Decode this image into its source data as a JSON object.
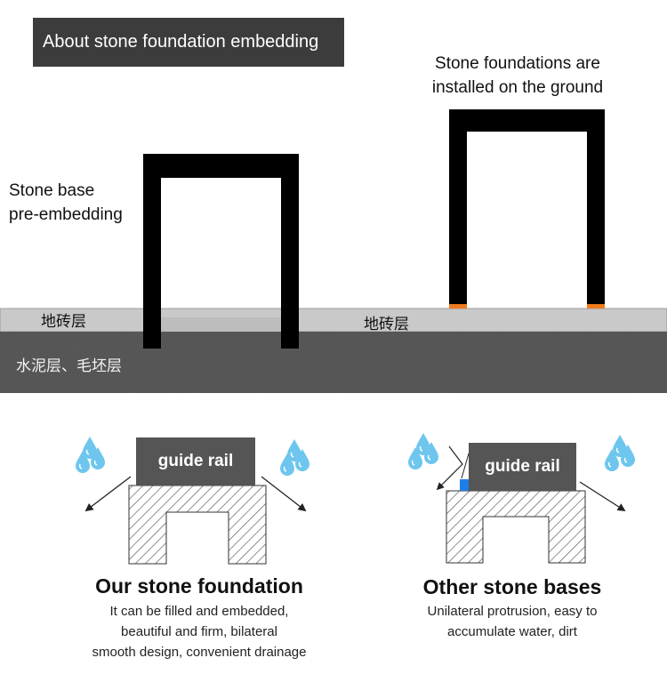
{
  "header": {
    "title": "About stone foundation embedding"
  },
  "top": {
    "left_label_1": "Stone base",
    "left_label_2": "pre-embedding",
    "right_label_1": "Stone foundations are",
    "right_label_2": "installed on the ground",
    "tile_layer_left": "地砖层",
    "tile_layer_right": "地砖层",
    "cement_layer": "水泥层、毛坯层"
  },
  "bottom": {
    "left": {
      "rail_label": "guide rail",
      "heading": "Our stone foundation",
      "desc_1": "It can be filled and embedded,",
      "desc_2": "beautiful and firm, bilateral",
      "desc_3": "smooth design, convenient drainage"
    },
    "right": {
      "rail_label": "guide rail",
      "heading": "Other stone bases",
      "desc_1": "Unilateral protrusion, easy to",
      "desc_2": "accumulate water, dirt"
    }
  },
  "colors": {
    "title_bg": "#3c3c3c",
    "tile": "#c8c8c8",
    "cement": "#555555",
    "frame": "#000000",
    "orange_pad": "#f07b1e",
    "rail": "#555555",
    "water": "#6ec6ee",
    "blue_gap": "#1e7ee8"
  }
}
